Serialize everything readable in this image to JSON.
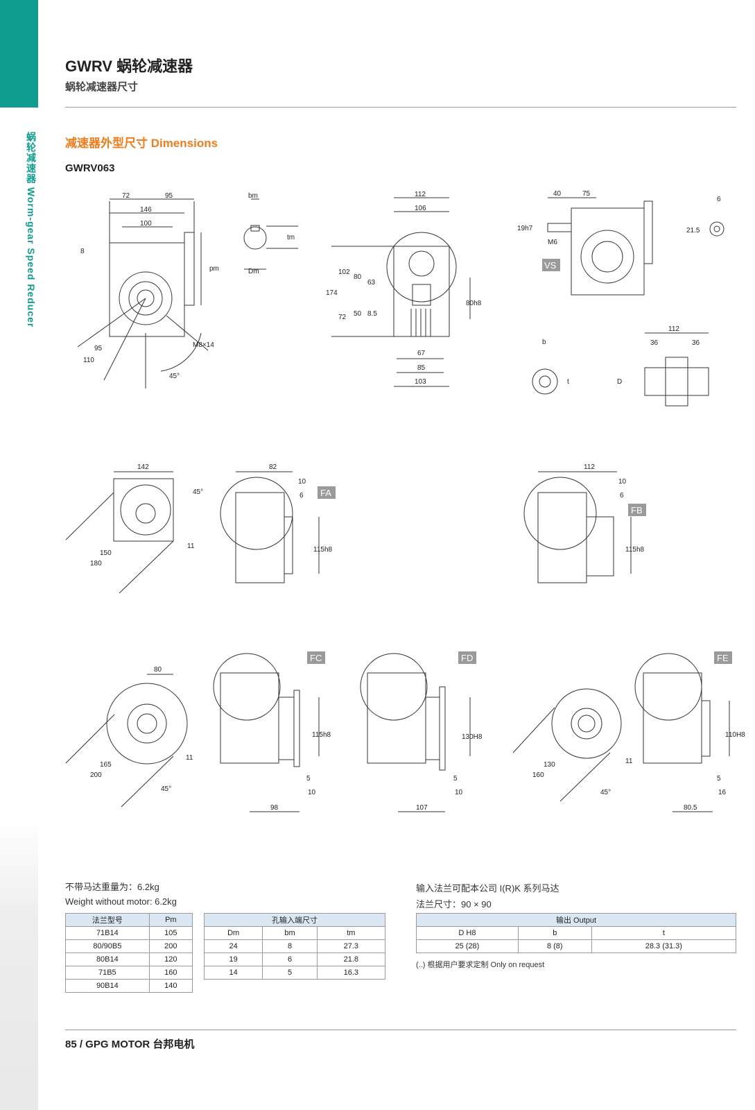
{
  "header": {
    "title": "GWRV 蜗轮减速器",
    "subtitle": "蜗轮减速器尺寸",
    "side_label": "蜗轮减速器 Worm-gear Speed Reducer"
  },
  "section": {
    "title": "减速器外型尺寸 Dimensions",
    "model": "GWRV063"
  },
  "drawing_labels": {
    "d72": "72",
    "d95": "95",
    "d146": "146",
    "d100": "100",
    "d8": "8",
    "pm": "pm",
    "m8": "M8×14",
    "r95": "95",
    "r110": "110",
    "a45": "45°",
    "bm": "bm",
    "tm": "tm",
    "Dm": "Dm",
    "d112": "112",
    "d106": "106",
    "d174": "174",
    "d102": "102",
    "d80": "80",
    "d63": "63",
    "d72b": "72",
    "d50": "50",
    "d85a": "8.5",
    "d80h8": "80h8",
    "d67": "67",
    "d85": "85",
    "d103": "103",
    "d40": "40",
    "d75": "75",
    "d19h7": "19h7",
    "M6": "M6",
    "d6": "6",
    "d215": "21.5",
    "b": "b",
    "t": "t",
    "D": "D",
    "d112b": "112",
    "d36a": "36",
    "d36b": "36",
    "d142": "142",
    "a45b": "45°",
    "r150": "150",
    "r180": "180",
    "h11": "11",
    "d82": "82",
    "d10": "10",
    "d6b": "6",
    "d115h8": "115h8",
    "d112c": "112",
    "d10b": "10",
    "d6c": "6",
    "d115h8b": "115h8",
    "d80c": "80",
    "r165": "165",
    "r200": "200",
    "a45c": "45°",
    "h11b": "11",
    "d115h8c": "115h8",
    "d5": "5",
    "d10c": "10",
    "d98": "98",
    "d130H8": "130H8",
    "d5b": "5",
    "d10d": "10",
    "d107": "107",
    "r130": "130",
    "r160": "160",
    "h11c": "11",
    "a45d": "45°",
    "d110H8": "110H8",
    "d5c": "5",
    "d16": "16",
    "d805": "80.5"
  },
  "tags": [
    "FA",
    "FB",
    "FC",
    "FD",
    "FE",
    "VS"
  ],
  "notes": {
    "weight_cn": "不带马达重量为：6.2kg",
    "weight_en": "Weight without motor: 6.2kg",
    "flange_cn": "输入法兰可配本公司 I(R)K 系列马达",
    "flange_size": "法兰尺寸：90 × 90",
    "request": "(..) 根据用户要求定制 Only on request"
  },
  "table1": {
    "headers": [
      "法兰型号",
      "Pm"
    ],
    "rows": [
      [
        "71B14",
        "105"
      ],
      [
        "80/90B5",
        "200"
      ],
      [
        "80B14",
        "120"
      ],
      [
        "71B5",
        "160"
      ],
      [
        "90B14",
        "140"
      ]
    ]
  },
  "table2": {
    "title": "孔输入端尺寸",
    "headers": [
      "Dm",
      "bm",
      "tm"
    ],
    "rows": [
      [
        "24",
        "8",
        "27.3"
      ],
      [
        "19",
        "6",
        "21.8"
      ],
      [
        "14",
        "5",
        "16.3"
      ]
    ]
  },
  "table3": {
    "title": "输出 Output",
    "headers": [
      "D H8",
      "b",
      "t"
    ],
    "rows": [
      [
        "25 (28)",
        "8 (8)",
        "28.3 (31.3)"
      ]
    ]
  },
  "footer": "85 / GPG MOTOR 台邦电机"
}
